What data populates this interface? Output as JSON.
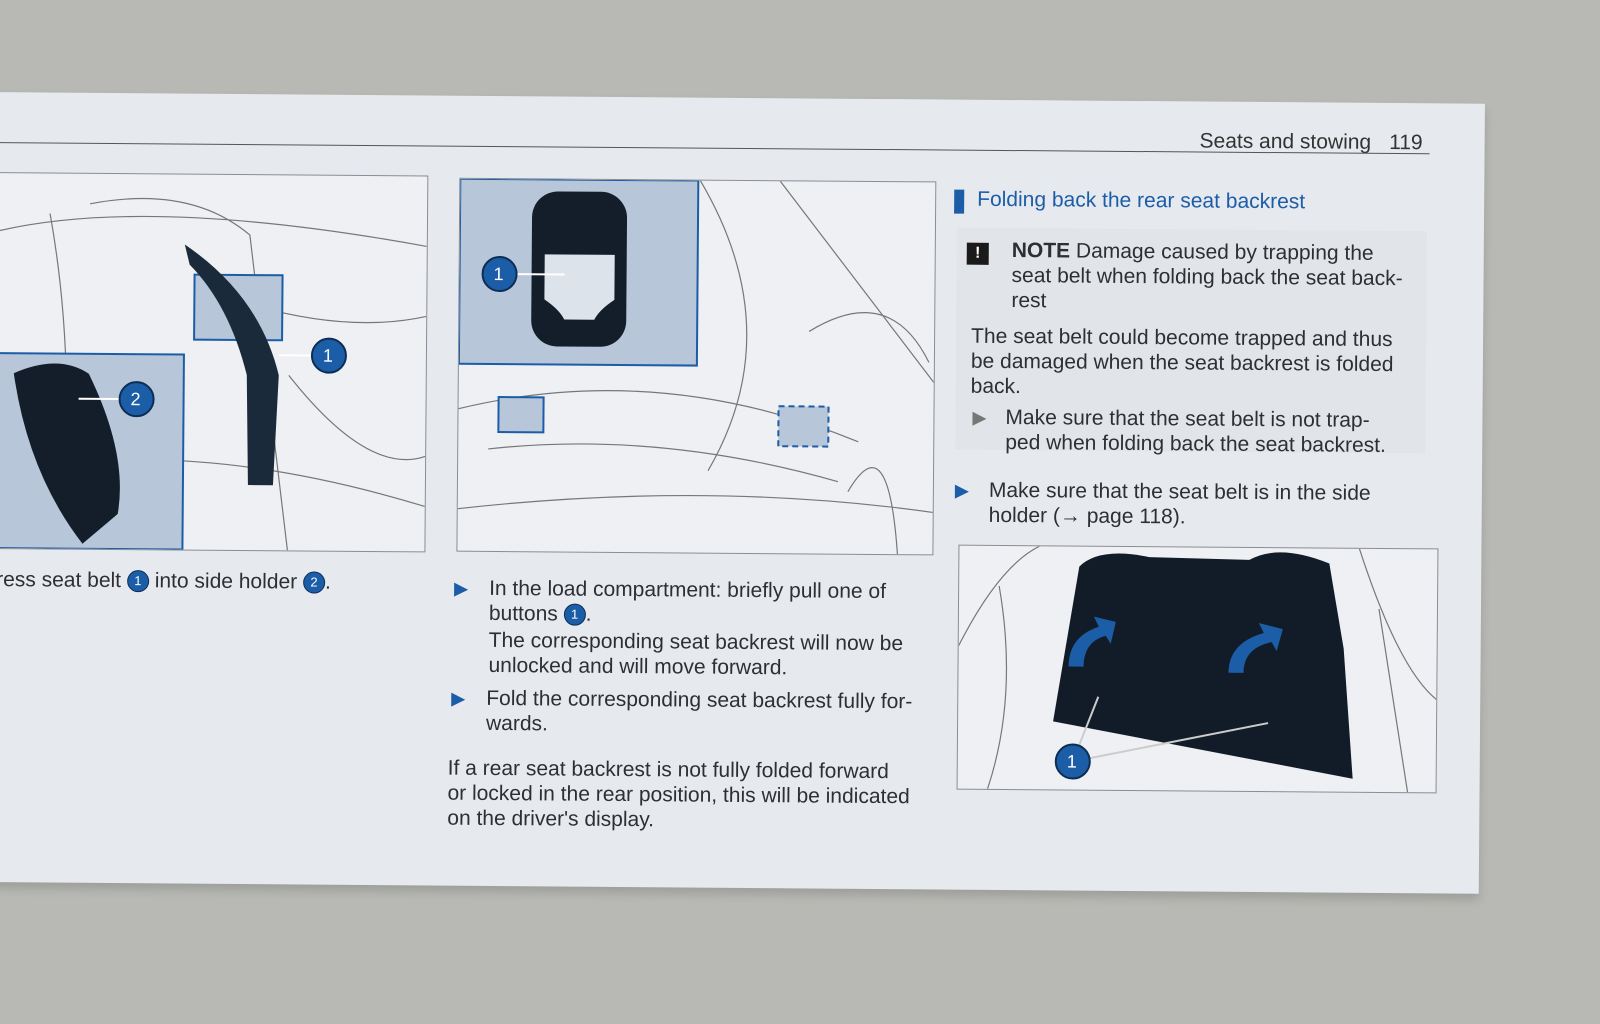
{
  "header": {
    "section": "Seats and stowing",
    "page_number": "119"
  },
  "left_column": {
    "caption_parts": [
      "ress seat belt",
      "into side holder",
      "."
    ],
    "callouts": [
      "1",
      "2"
    ],
    "figure_callouts": [
      "1",
      "2"
    ]
  },
  "middle_column": {
    "figure_callouts": [
      "1"
    ],
    "steps": [
      {
        "text_parts": [
          "In the load compartment: briefly pull one of",
          "buttons",
          "."
        ],
        "callout": "1",
        "result": [
          "The corresponding seat backrest will now be",
          "unlocked and will move forward."
        ]
      },
      {
        "lines": [
          "Fold the corresponding seat backrest fully for-",
          "wards."
        ]
      }
    ],
    "paragraph": [
      "If a rear seat backrest is not fully folded forward",
      "or locked in the rear position, this will be indicated",
      "on the driver's display."
    ]
  },
  "right_column": {
    "section_title": "Folding back the rear seat backrest",
    "note": {
      "icon": "!",
      "label": "NOTE",
      "title_lines": [
        "Damage caused by trapping the",
        "seat belt when folding back the seat back-",
        "rest"
      ],
      "body": [
        "The seat belt could become trapped and thus",
        "be damaged when the seat backrest is folded",
        "back."
      ],
      "step": [
        "Make sure that the seat belt is not trap-",
        "ped when folding back the seat backrest."
      ]
    },
    "step": [
      "Make sure that the seat belt is in the side",
      "holder (→ page 118)."
    ],
    "figure_callouts": [
      "1"
    ]
  },
  "colors": {
    "accent": "#1c5da8",
    "page": "#e6e9ee",
    "background": "#b8b9b4"
  }
}
